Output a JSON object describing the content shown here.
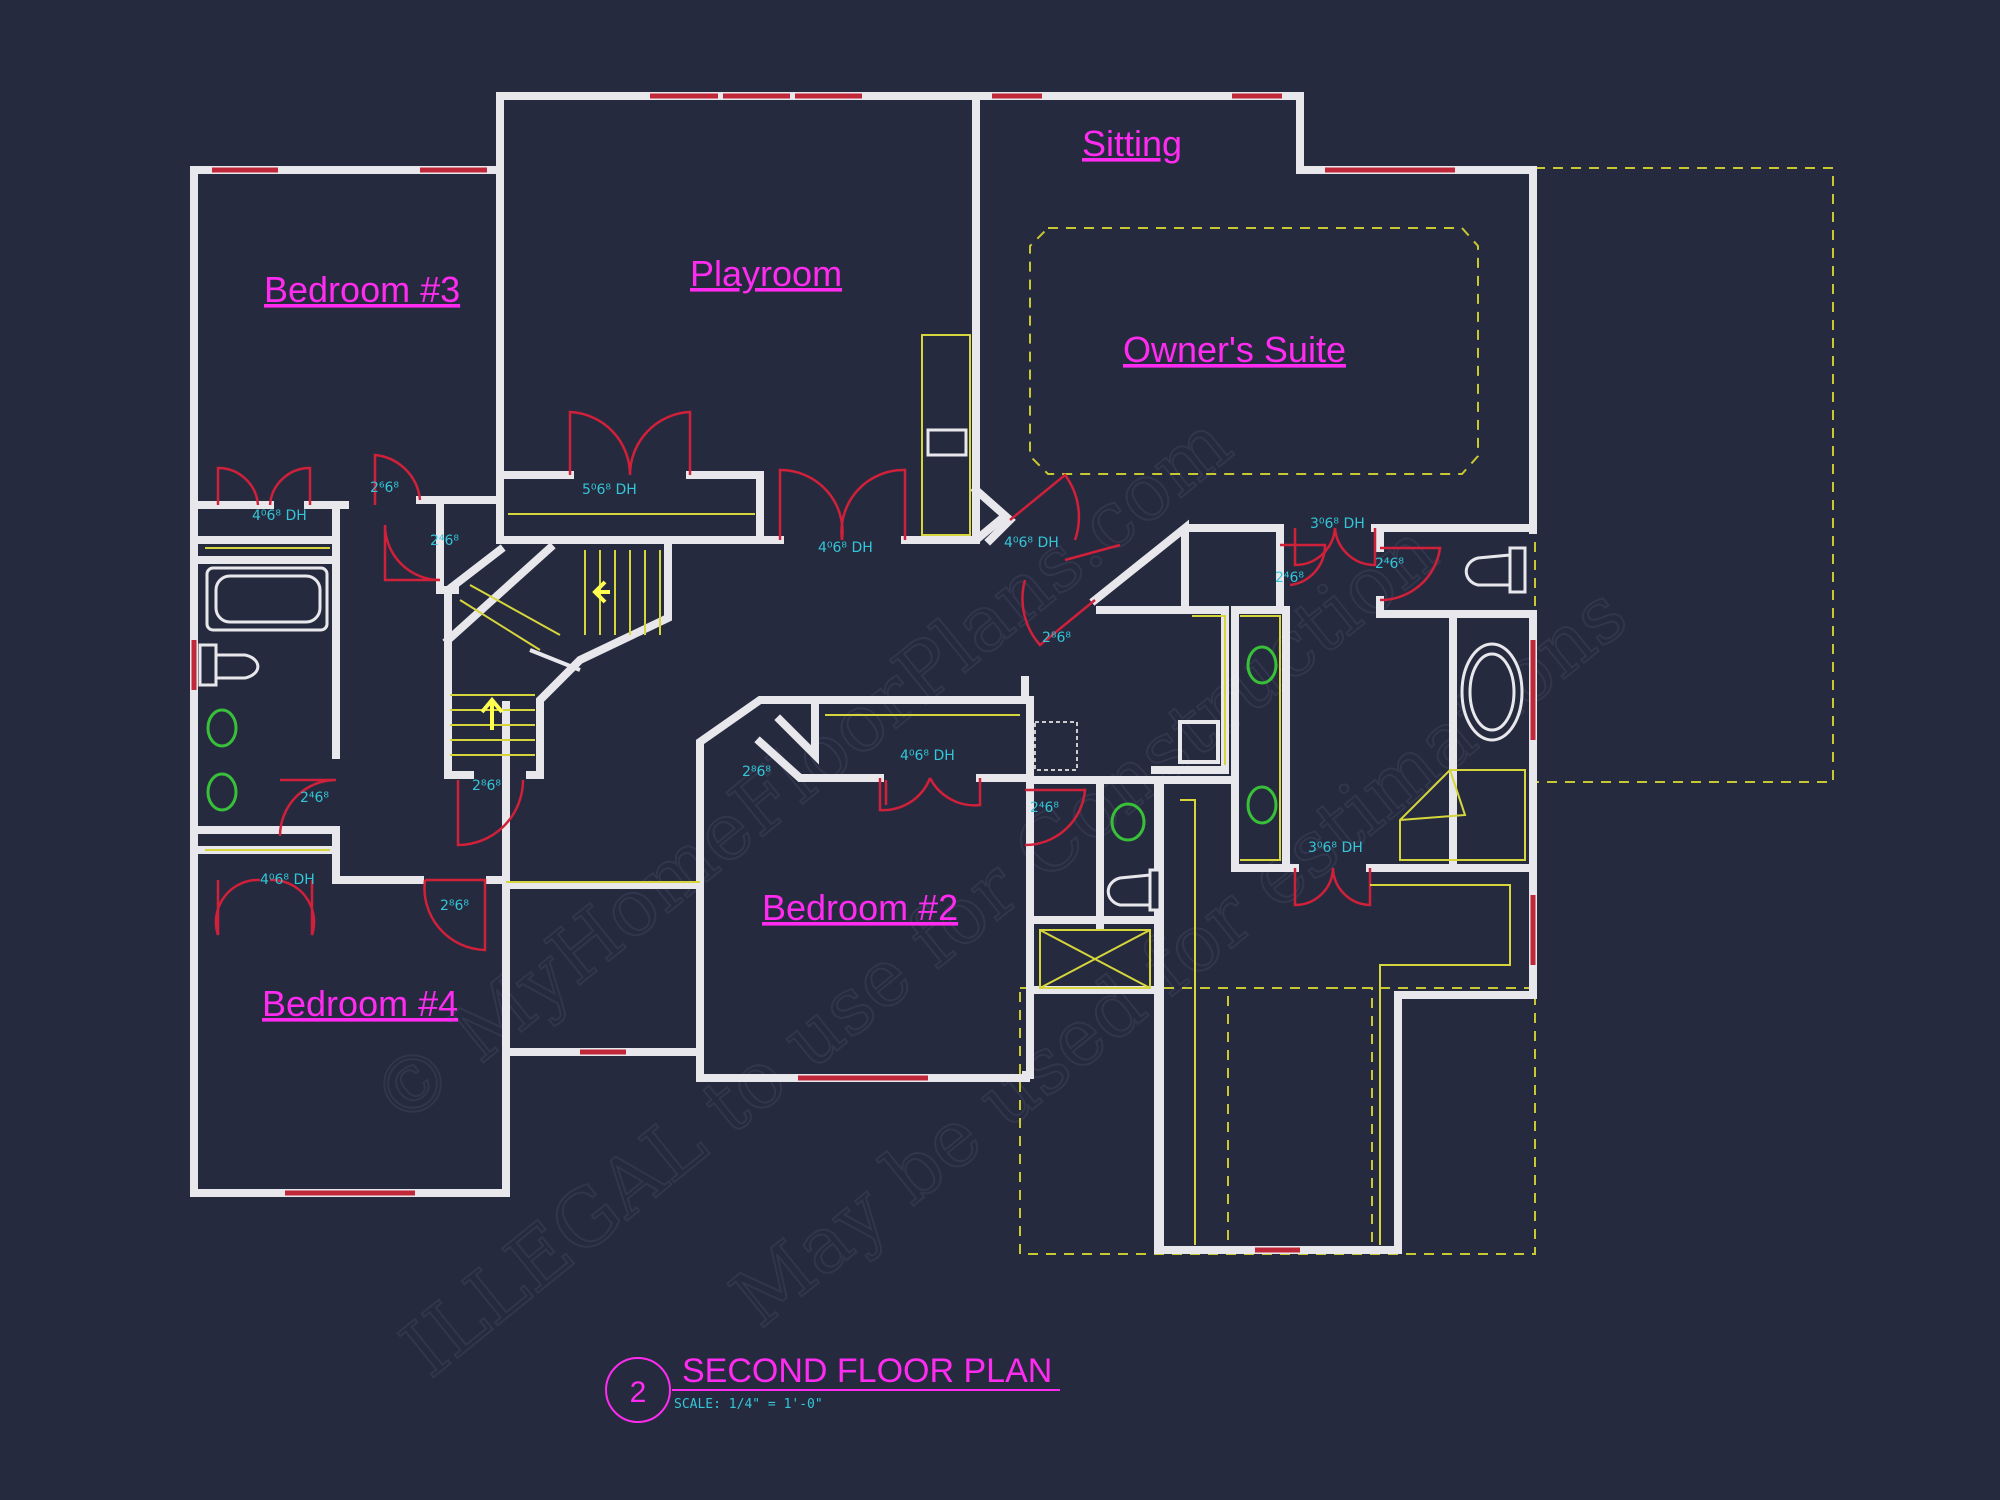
{
  "rooms": {
    "bedroom3": "Bedroom #3",
    "playroom": "Playroom",
    "sitting": "Sitting",
    "owners_suite": "Owner's Suite",
    "bedroom2": "Bedroom #2",
    "bedroom4": "Bedroom #4"
  },
  "doors": {
    "d_b3_closet": "4⁰6⁸ DH",
    "d_hall_top": "2⁶6⁸",
    "d_hall_bath": "2⁴6⁸",
    "d_playroom_closet": "5⁰6⁸ DH",
    "d_playroom": "4⁰6⁸ DH",
    "d_suite_entry": "4⁰6⁸ DH",
    "d_suite_closet": "3⁰6⁸ DH",
    "d_suite_a": "2⁴6⁸",
    "d_suite_b": "2⁴6⁸",
    "d_suite_c": "2⁸6⁸",
    "d_bath_low": "2⁴6⁸",
    "d_stair": "2⁸6⁸",
    "d_b2_entry": "2⁸6⁸",
    "d_b2_closet": "4⁰6⁸ DH",
    "d_b2_bath": "2⁴6⁸",
    "d_b4_closet": "4⁰6⁸ DH",
    "d_b4": "2⁸6⁸",
    "d_suite_closet2": "3⁰6⁸ DH"
  },
  "title_block": {
    "number": "2",
    "title": "SECOND FLOOR PLAN",
    "scale": "SCALE: 1/4\" = 1'-0\""
  },
  "watermark": {
    "line1": "© MyHomeFloorPlans.com",
    "line2": "ILLEGAL to use for Construction",
    "line3": "May be used for estimations"
  },
  "colors": {
    "background": "#262a3e",
    "wall": "#e8e8ec",
    "room_label": "#ff2bf0",
    "dimension_text": "#34c6d8",
    "door": "#d0203a",
    "window": "#c0283a",
    "overhang_dash": "#c8c832",
    "sink": "#38c038"
  },
  "icons": [
    "toilet-icon",
    "bathtub-icon",
    "sink-icon",
    "shower-icon",
    "stair-arrow-icon"
  ]
}
